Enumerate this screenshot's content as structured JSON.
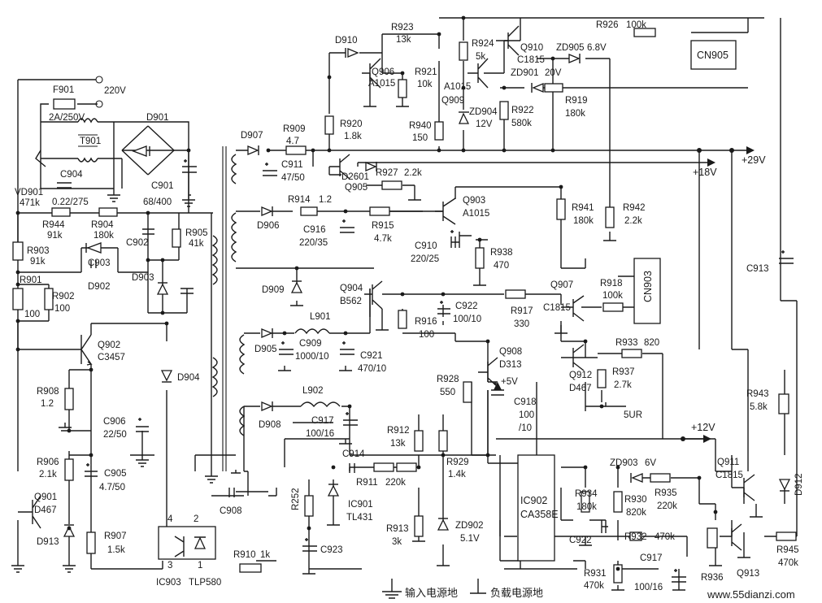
{
  "labels": {
    "l_220v": "220V",
    "l_f901": "F901",
    "l_2a250v": "2A/250V",
    "l_t901": "T901",
    "l_d901": "D901",
    "l_vd901": "VD901",
    "l_471k": "471k",
    "l_c904": "C904",
    "l_c904v": "0.22/275",
    "l_c901": "C901",
    "l_c901v": "68/400",
    "l_r944": "R944",
    "l_r944v": "91k",
    "l_r904": "R904",
    "l_r904v": "180k",
    "l_r903": "R903",
    "l_r903v": "91k",
    "l_c903": "C903",
    "l_c902": "C902",
    "l_r905": "R905",
    "l_r905v": "41k",
    "l_r901": "R901",
    "l_r901v": "100",
    "l_r902": "R902",
    "l_r902v": "100",
    "l_d902": "D902",
    "l_d903": "D903",
    "l_q902": "Q902",
    "l_q902v": "C3457",
    "l_r908": "R908",
    "l_r908v": "1.2",
    "l_d904": "D904",
    "l_c906": "C906",
    "l_c906v": "22/50",
    "l_r906": "R906",
    "l_r906v": "2.1k",
    "l_c905": "C905",
    "l_c905v": "4.7/50",
    "l_q901": "Q901",
    "l_q901v": "D467",
    "l_d913": "D913",
    "l_r907": "R907",
    "l_r907v": "1.5k",
    "l_pin4": "4",
    "l_pin2": "2",
    "l_pin3": "3",
    "l_pin1": "1",
    "l_ic903": "IC903",
    "l_ic903v": "TLP580",
    "l_r910": "R910",
    "l_r910v": "1k",
    "l_c908": "C908",
    "l_d907": "D907",
    "l_r909": "R909",
    "l_r909v": "4.7",
    "l_c911": "C911",
    "l_c911v": "47/50",
    "l_d910": "D910",
    "l_r923": "R923",
    "l_r923v": "13k",
    "l_q906": "Q906",
    "l_q906v": "A1015",
    "l_r921": "R921",
    "l_r921v": "10k",
    "l_r920": "R920",
    "l_r920v": "1.8k",
    "l_r940": "R940",
    "l_r940v": "150",
    "l_a1015": "A1015",
    "l_q909": "Q909",
    "l_r924": "R924",
    "l_r924v": "5k",
    "l_zd904": "ZD904",
    "l_zd904v": "12V",
    "l_q910": "Q910",
    "l_q910v": "C1815",
    "l_zd905": "ZD905",
    "l_zd905v": "6.8V",
    "l_zd901": "ZD901",
    "l_zd901v": "20V",
    "l_r926": "R926",
    "l_r926v": "100k",
    "l_cn905": "CN905",
    "l_r922": "R922",
    "l_r922v": "580k",
    "l_r919": "R919",
    "l_r919v": "180k",
    "l_29v": "+29V",
    "l_18v": "+18V",
    "l_d2601": "D2601",
    "l_q905": "Q905",
    "l_r927": "R927",
    "l_r927v": "2.2k",
    "l_d906": "D906",
    "l_r914": "R914",
    "l_r914v": "1.2",
    "l_q903": "Q903",
    "l_q903v": "A1015",
    "l_c916": "C916",
    "l_c916v": "220/35",
    "l_r915": "R915",
    "l_r915v": "4.7k",
    "l_r941": "R941",
    "l_r941v": "180k",
    "l_r942": "R942",
    "l_r942v": "2.2k",
    "l_c910": "C910",
    "l_c910v": "220/25",
    "l_r938": "R938",
    "l_r938v": "470",
    "l_c913": "C913",
    "l_d909": "D909",
    "l_q904": "Q904",
    "l_q904v": "B562",
    "l_q907": "Q907",
    "l_r918": "R918",
    "l_r918v": "100k",
    "l_cn903": "CN903",
    "l_c922a": "C922",
    "l_c922av": "100/10",
    "l_c1815": "C1815",
    "l_r917": "R917",
    "l_r917v": "330",
    "l_r916": "R916",
    "l_r916v": "100",
    "l_l901": "L901",
    "l_d905": "D905",
    "l_c909": "C909",
    "l_c909v": "1000/10",
    "l_c921": "C921",
    "l_c921v": "470/10",
    "l_q908": "Q908",
    "l_q908v": "D313",
    "l_r933": "R933",
    "l_r933v": "820",
    "l_q912": "Q912",
    "l_q912v": "D467",
    "l_r937": "R937",
    "l_r937v": "2.7k",
    "l_5v": "+5V",
    "l_r928": "R928",
    "l_r928v": "550",
    "l_c918": "C918",
    "l_c918v": "100",
    "l_c918v2": "/10",
    "l_5ur": "5UR",
    "l_r943": "R943",
    "l_r943v": "5.8k",
    "l_l902": "L902",
    "l_d908": "D908",
    "l_c917": "C917",
    "l_c917v": "100/16",
    "l_12v": "+12V",
    "l_r912": "R912",
    "l_r912v": "13k",
    "l_q911": "Q911",
    "l_q911v": "C1815",
    "l_d912": "D912",
    "l_c914": "C914",
    "l_r911": "R911",
    "l_r911v": "220k",
    "l_r929": "R929",
    "l_r929v": "1.4k",
    "l_zd903": "ZD903",
    "l_zd903v": "6V",
    "l_r252": "R252",
    "l_ic901": "IC901",
    "l_ic901v": "TL431",
    "l_ic902": "IC902",
    "l_ic902v": "CA358E",
    "l_r934": "R934",
    "l_r934v": "180k",
    "l_r930": "R930",
    "l_r930v": "820k",
    "l_r935": "R935",
    "l_r935v": "220k",
    "l_c922b": "C922",
    "l_r932": "R932",
    "l_r932v": "470k",
    "l_r913": "R913",
    "l_r913v": "3k",
    "l_zd902": "ZD902",
    "l_zd902v": "5.1V",
    "l_c923": "C923",
    "l_r936": "R936",
    "l_q913": "Q913",
    "l_r945": "R945",
    "l_r945v": "470k",
    "l_r931": "R931",
    "l_r931v": "470k",
    "l_c917b": "C917",
    "l_c917bv": "100/16"
  },
  "legend": {
    "input_ground": "输入电源地",
    "load_ground": "负载电源地"
  },
  "watermark": "www.55dianzi.com"
}
